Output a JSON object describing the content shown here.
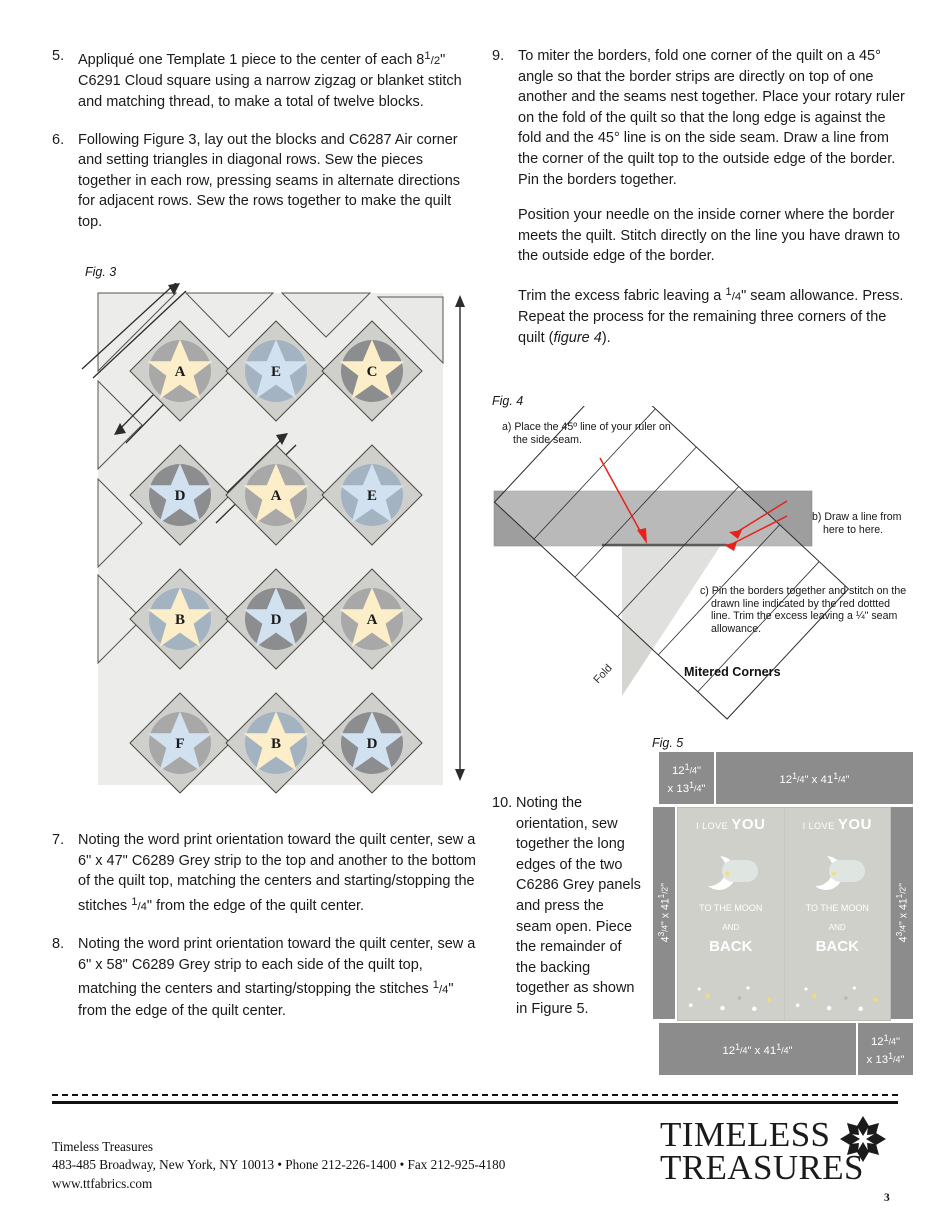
{
  "page_number": "3",
  "left_column": {
    "steps": [
      {
        "num": "5.",
        "paragraphs": [
          "Appliqué one Template 1 piece to the center of each 8½\" C6291 Cloud square using a narrow zigzag or blanket stitch and matching thread, to make a total of twelve blocks."
        ]
      },
      {
        "num": "6.",
        "paragraphs": [
          "Following Figure 3, lay out the blocks and C6287 Air corner and setting triangles in diagonal rows. Sew the pieces together in each row, pressing seams in alternate directions for adjacent rows. Sew the rows together to make the quilt top."
        ]
      }
    ],
    "steps_bottom": [
      {
        "num": "7.",
        "paragraphs": [
          "Noting the word print orientation toward the quilt center, sew a 6\" x 47\" C6289 Grey strip to the top and another to the bottom of the quilt top, matching the centers and starting/stopping the stitches ¼\" from the edge of the quilt center."
        ]
      },
      {
        "num": "8.",
        "paragraphs": [
          "Noting the word print orientation toward the quilt center, sew a 6\" x 58\" C6289 Grey strip to each side of the quilt top, matching the centers and starting/stopping the stitches ¼\" from the edge of the quilt center."
        ]
      }
    ]
  },
  "right_column": {
    "steps": [
      {
        "num": "9.",
        "paragraphs": [
          "To miter the borders, fold one corner of the quilt on a 45° angle so that the border strips are directly on top of one another and the seams nest together. Place your rotary ruler on the fold of the quilt so that the long edge is against the fold and the 45° line is on the side seam. Draw a line from the corner of the quilt top to the outside edge of the border. Pin the borders together.",
          "Position your needle on the inside corner where the border meets the quilt. Stitch directly on the line you have drawn to the outside edge of the border.",
          "Trim the excess fabric leaving a ¼\" seam allowance. Press. Repeat the process for the remaining three corners of the quilt (figure 4)."
        ]
      }
    ],
    "step_10": {
      "num": "10.",
      "text": "Noting the orientation, sew together the long edges of the two C6286 Grey panels and press the seam open. Piece the remainder of the backing together as shown in Figure 5."
    }
  },
  "fig3": {
    "caption": "Fig. 3",
    "blocks": [
      {
        "label": "A",
        "row": 1,
        "col": 1,
        "star": "cream",
        "circle": "grey-med"
      },
      {
        "label": "E",
        "row": 1,
        "col": 2,
        "star": "pale-blue",
        "circle": "blue-grey"
      },
      {
        "label": "C",
        "row": 1,
        "col": 3,
        "star": "cream",
        "circle": "grey-dark"
      },
      {
        "label": "D",
        "row": 2,
        "col": 1,
        "star": "pale-blue",
        "circle": "grey-dark"
      },
      {
        "label": "A",
        "row": 2,
        "col": 2,
        "star": "cream",
        "circle": "grey-med"
      },
      {
        "label": "E",
        "row": 2,
        "col": 3,
        "star": "pale-blue",
        "circle": "blue-grey"
      },
      {
        "label": "B",
        "row": 3,
        "col": 1,
        "star": "cream",
        "circle": "blue-grey"
      },
      {
        "label": "D",
        "row": 3,
        "col": 2,
        "star": "pale-blue",
        "circle": "grey-dark"
      },
      {
        "label": "A",
        "row": 3,
        "col": 3,
        "star": "cream",
        "circle": "grey-med"
      },
      {
        "label": "F",
        "row": 4,
        "col": 1,
        "star": "pale-blue",
        "circle": "grey-med"
      },
      {
        "label": "B",
        "row": 4,
        "col": 2,
        "star": "cream",
        "circle": "blue-grey"
      },
      {
        "label": "D",
        "row": 4,
        "col": 3,
        "star": "pale-blue",
        "circle": "grey-dark"
      }
    ],
    "colors": {
      "star_cream": "#fbeec9",
      "star_pale_blue": "#d2e1f0",
      "circle_grey_med": "#a8a8a8",
      "circle_grey_dark": "#8b8d8e",
      "circle_blue_grey": "#a3b3c2",
      "block_bg": "#cfcfcb",
      "setting_bg": "#e8e8e5",
      "outline": "#4a4a45"
    }
  },
  "fig4": {
    "caption": "Fig. 4",
    "annotation_a": "a) Place the 45º line of your ruler on the side seam.",
    "annotation_b": "b) Draw a line from here to here.",
    "annotation_c": "c) Pin the borders together and stitch on the drawn line indicated by the red dottted line. Trim the excess leaving a ¼\" seam allowance.",
    "fold_label": "Fold",
    "title": "Mitered Corners",
    "colors": {
      "border_strip": "#9e9e9e",
      "quilt_body": "#d3d3d0",
      "arrow_red": "#e8211c",
      "ruler_line": "#2b2b2b"
    }
  },
  "fig5": {
    "caption": "Fig. 5",
    "top_left_label": "12¼\" x 13¼\"",
    "top_right_label": "12¼\" x 41¼\"",
    "left_side_label": "4¾\" x 41½\"",
    "right_side_label": "4¾\" x 41½\"",
    "bottom_left_label": "12¼\" x 41¼\"",
    "bottom_right_label": "12¼\" x 13¼\"",
    "panel_lines": [
      "I LOVE",
      "YOU",
      "TO THE MOON",
      "AND",
      "BACK"
    ],
    "colors": {
      "strip_grey": "#8c8c8c",
      "panel_bg": "#cfd0ca",
      "panel_text": "#ffffff",
      "star_yellow": "#f2e06a"
    }
  },
  "footer": {
    "company": "Timeless Treasures",
    "address": "483-485 Broadway, New York, NY 10013 • Phone 212-226-1400 • Fax 212-925-4180",
    "website": "www.ttfabrics.com",
    "logo_line1": "TIMELESS",
    "logo_line2": "TREASURES"
  }
}
